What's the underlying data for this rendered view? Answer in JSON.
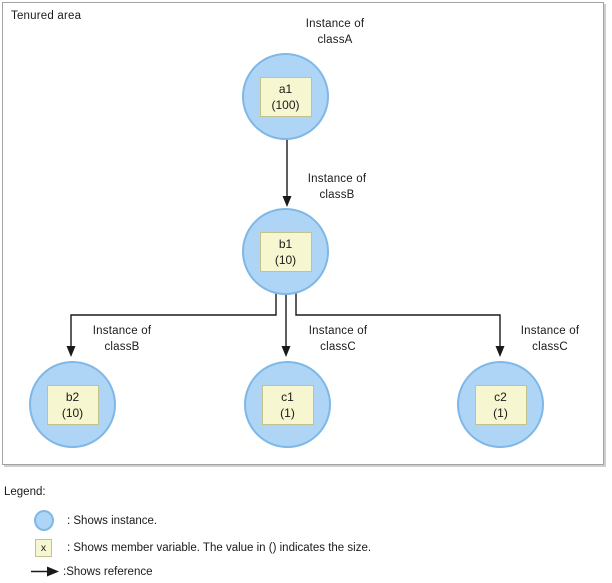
{
  "diagram": {
    "area_label": "Tenured area",
    "nodes": [
      {
        "id": "a1",
        "class_line1": "Instance of",
        "class_line2": "classA",
        "var_name": "a1",
        "var_size": "(100)"
      },
      {
        "id": "b1",
        "class_line1": "Instance of",
        "class_line2": "classB",
        "var_name": "b1",
        "var_size": "(10)"
      },
      {
        "id": "b2",
        "class_line1": "Instance of",
        "class_line2": "classB",
        "var_name": "b2",
        "var_size": "(10)"
      },
      {
        "id": "c1",
        "class_line1": "Instance of",
        "class_line2": "classC",
        "var_name": "c1",
        "var_size": "(1)"
      },
      {
        "id": "c2",
        "class_line1": "Instance of",
        "class_line2": "classC",
        "var_name": "c2",
        "var_size": "(1)"
      }
    ],
    "colors": {
      "instance_fill": "#aed5f5",
      "instance_border": "#7fb7e6",
      "member_fill": "#f6f6d0",
      "member_border": "#c2c28d",
      "line": "#1a1a1a"
    }
  },
  "legend": {
    "title": "Legend:",
    "items": [
      {
        "icon": "instance-circle",
        "text": ": Shows instance."
      },
      {
        "icon": "member-variable-box",
        "icon_label": "x",
        "text": ": Shows member variable. The value in () indicates the size."
      },
      {
        "icon": "reference-arrow",
        "text": ":Shows reference"
      }
    ]
  }
}
